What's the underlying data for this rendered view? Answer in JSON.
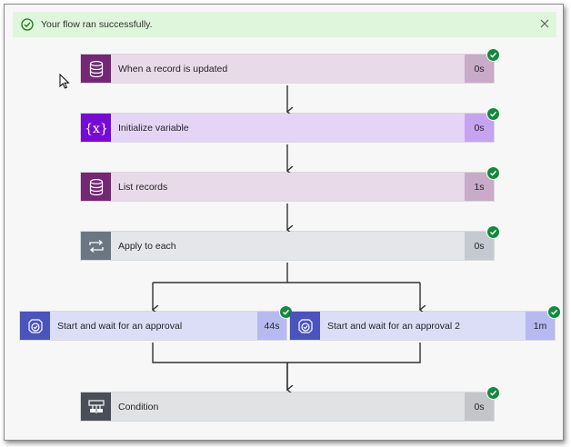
{
  "banner": {
    "message": "Your flow ran successfully.",
    "colors": {
      "background": "#dff6dd",
      "check": "#107c10"
    }
  },
  "steps": [
    {
      "id": "trigger",
      "label": "When a record is updated",
      "duration": "0s",
      "icon": "database-icon",
      "icon_bg": "#742774",
      "body_bg": "#e8dae8",
      "dur_bg": "#c9aac9",
      "status": "succeeded"
    },
    {
      "id": "init-var",
      "label": "Initialize variable",
      "duration": "0s",
      "icon": "variable-icon",
      "icon_bg": "#770bd6",
      "body_bg": "#e6d4f7",
      "dur_bg": "#c6a3ee",
      "status": "succeeded"
    },
    {
      "id": "list-records",
      "label": "List records",
      "duration": "1s",
      "icon": "database-icon",
      "icon_bg": "#742774",
      "body_bg": "#e8dae8",
      "dur_bg": "#c9aac9",
      "status": "succeeded"
    },
    {
      "id": "apply-each",
      "label": "Apply to each",
      "duration": "0s",
      "icon": "loop-icon",
      "icon_bg": "#6a7783",
      "body_bg": "#e4e6e9",
      "dur_bg": "#c5cad0",
      "status": "succeeded"
    },
    {
      "id": "approval-1",
      "label": "Start and wait for an approval",
      "duration": "44s",
      "icon": "approval-icon",
      "icon_bg": "#4b53bc",
      "body_bg": "#dcdef8",
      "dur_bg": "#b7baf0",
      "status": "succeeded"
    },
    {
      "id": "approval-2",
      "label": "Start and wait for an approval 2",
      "duration": "1m",
      "icon": "approval-icon",
      "icon_bg": "#4b53bc",
      "body_bg": "#dcdef8",
      "dur_bg": "#b7baf0",
      "status": "succeeded"
    },
    {
      "id": "condition",
      "label": "Condition",
      "duration": "0s",
      "icon": "condition-icon",
      "icon_bg": "#484f58",
      "body_bg": "#e1e2e3",
      "dur_bg": "#c3c5c8",
      "status": "succeeded"
    }
  ],
  "colors": {
    "success_badge": "#138a3d",
    "connector": "#323130"
  }
}
